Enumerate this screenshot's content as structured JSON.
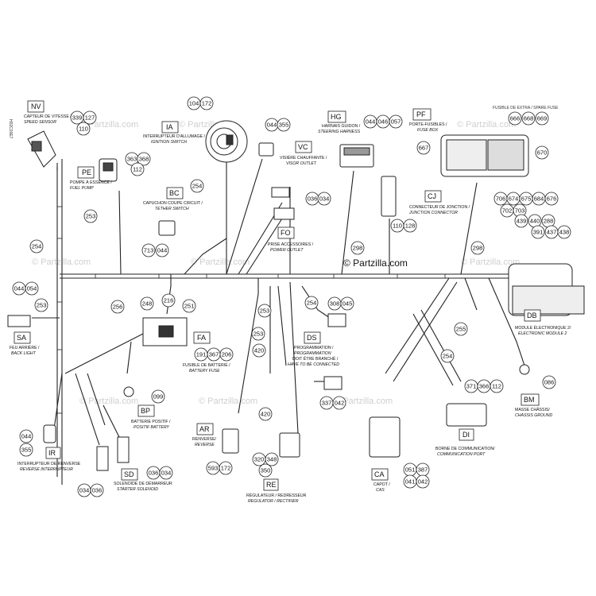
{
  "watermark": "© Partzilla.com",
  "brand": "© Partzilla.com",
  "side_code": "H02C00E7",
  "labels": {
    "NV": {
      "code": "NV",
      "l1": "CAPTEUR DE VITESSE /",
      "l2": "SPEED SENSOR"
    },
    "PE": {
      "code": "PE",
      "l1": "POMPE À ESSENCE /",
      "l2": "FUEL PUMP"
    },
    "IA": {
      "code": "IA",
      "l1": "INTERRUPTEUR D'ALLUMAGE /",
      "l2": "IGNITION SWITCH"
    },
    "VC": {
      "code": "VC",
      "l1": "VISIÈRE CHAUFFANTE /",
      "l2": "VISOR OUTLET"
    },
    "BC": {
      "code": "BC",
      "l1": "CAPUCHON COUPE CIRCUIT /",
      "l2": "TETHER SWITCH"
    },
    "FO": {
      "code": "FO",
      "l1": "PRISE ACCESSOIRES /",
      "l2": "POWER OUTLET"
    },
    "HG": {
      "code": "HG",
      "l1": "HARNAIS GUIDON /",
      "l2": "STEERING HARNESS"
    },
    "PF": {
      "code": "PF",
      "l1": "PORTE-FUSIBLES /",
      "l2": "FUSE BOX"
    },
    "CJ": {
      "code": "CJ",
      "l1": "CONNECTEUR DE JONCTION /",
      "l2": "JUNCTION CONNECTOR"
    },
    "SA": {
      "code": "SA",
      "l1": "FEU ARRIÈRE /",
      "l2": "BACK LIGHT"
    },
    "FA": {
      "code": "FA",
      "l1": "FUSIBLE DE BATTERIE /",
      "l2": "BATTERY FUSE"
    },
    "DS": {
      "code": "DS",
      "l1": "PROGRAMMATION /",
      "l2": "PROGRAMMATION",
      "l3": "DOIT ÊTRE BRANCHÉ /",
      "l4": "HAVE TO BE CONNECTED"
    },
    "DB": {
      "code": "DB",
      "l1": "MODULE ÉLECTRONIQUE 2/",
      "l2": "ELECTRONIC MODULE 2"
    },
    "BP": {
      "code": "BP",
      "l1": "BATTERIE POSITIF /",
      "l2": "POSITIF BATTERY"
    },
    "BM": {
      "code": "BM",
      "l1": "MASSE CHÂSSIS/",
      "l2": "CHASSIS GROUND"
    },
    "AR": {
      "code": "AR",
      "l1": "RENVERSE/",
      "l2": "REVERSE"
    },
    "DI": {
      "code": "DI",
      "l1": "BORNE DE COMMUNICATION/",
      "l2": "COMMUNICATION PORT"
    },
    "IR": {
      "code": "IR",
      "l1": "INTERRUPTEUR DE RENVERSE",
      "l2": "REVERSE INTERRUPTEUR"
    },
    "SD": {
      "code": "SD",
      "l1": "SOLENOIDE DE DÉMARREUR",
      "l2": "STARTER SOLENOID"
    },
    "RE": {
      "code": "RE",
      "l1": "RÉGULATEUR / REDRESSEUR",
      "l2": "REGULATOR / RECTIFIER"
    },
    "CA": {
      "code": "CA",
      "l1": "CAPOT /",
      "l2": "CAS"
    }
  },
  "fuse_note": "FUSIBLE DE EXTRA / SPARE FUSE",
  "parts": {
    "p339": "339",
    "p127": "127",
    "p110a": "110",
    "p104": "104",
    "p172a": "172",
    "p363": "363",
    "p368": "368",
    "p112a": "112",
    "p044a": "044",
    "p355a": "355",
    "p044b": "044",
    "p046a": "046",
    "p057": "057",
    "p666": "666",
    "p668": "668",
    "p669": "669",
    "p667": "667",
    "p670": "670",
    "p254a": "254",
    "p253a": "253",
    "p254b": "254",
    "p036a": "036",
    "p034a": "034",
    "p713": "713",
    "p044c": "044",
    "p110b": "110",
    "p128": "128",
    "p706": "706",
    "p674": "674",
    "p675": "675",
    "p684": "684",
    "p676": "676",
    "p702": "702",
    "p703": "703",
    "p439": "439",
    "p440": "440",
    "p288": "288",
    "p391": "391",
    "p437": "437",
    "p438": "438",
    "p298a": "298",
    "p298b": "298",
    "p044d": "044",
    "p054": "054",
    "p253b": "253",
    "p248": "248",
    "p251": "251",
    "p256": "256",
    "p216": "216",
    "p191": "191",
    "p367": "367",
    "p206": "206",
    "p253c": "253",
    "p253d": "253",
    "p254c": "254",
    "p420a": "420",
    "p420b": "420",
    "p308": "308",
    "p045": "045",
    "p337": "337",
    "p042a": "042",
    "p255": "255",
    "p254d": "254",
    "p086": "086",
    "p099": "099",
    "p371": "371",
    "p366": "366",
    "p112b": "112",
    "p044e": "044",
    "p355b": "355",
    "p593": "593",
    "p172b": "172",
    "p320": "320",
    "p348": "348",
    "p350": "350",
    "p034b": "034",
    "p036b": "036",
    "p036c": "036",
    "p034c": "034",
    "p051": "051",
    "p387": "387",
    "p041": "041",
    "p042b": "042"
  }
}
